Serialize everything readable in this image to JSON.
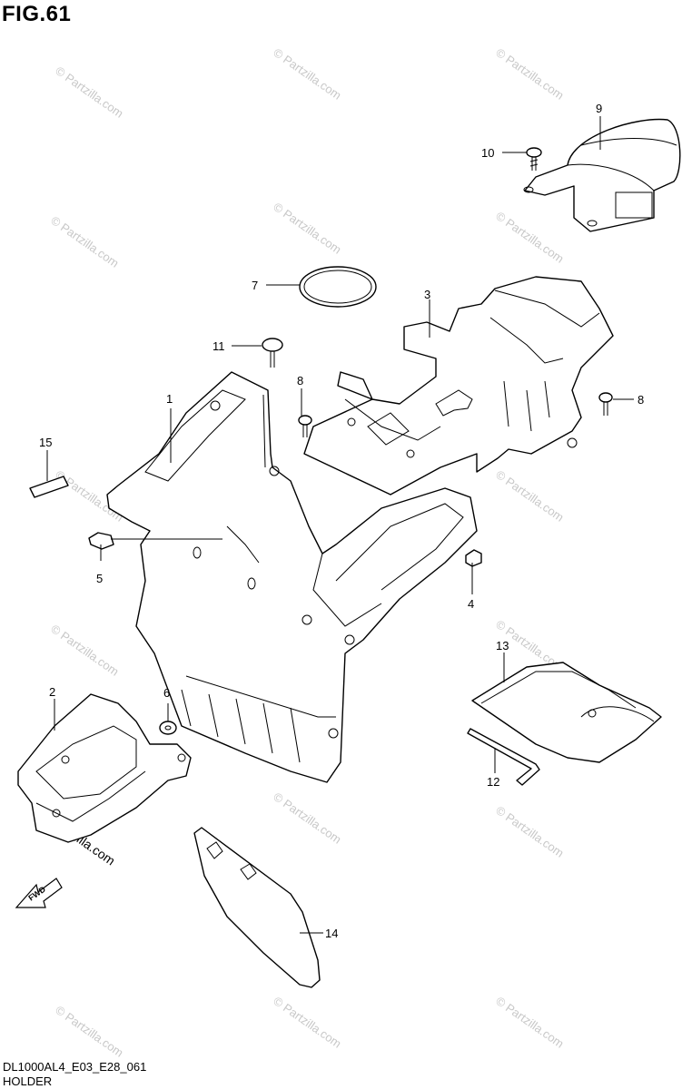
{
  "figure": {
    "title": "FIG.61",
    "code": "DL1000AL4_E03_E28_061",
    "name": "HOLDER"
  },
  "watermark": "© Partzilla.com",
  "callouts": {
    "c1": "1",
    "c2": "2",
    "c3": "3",
    "c4": "4",
    "c5": "5",
    "c6": "6",
    "c7": "7",
    "c8a": "8",
    "c8b": "8",
    "c9": "9",
    "c10": "10",
    "c11": "11",
    "c12": "12",
    "c13": "13",
    "c14": "14",
    "c15": "15"
  },
  "fwd_label": "FWD",
  "colors": {
    "line": "#000000",
    "watermark": "#c8c8c8",
    "background": "#ffffff"
  }
}
